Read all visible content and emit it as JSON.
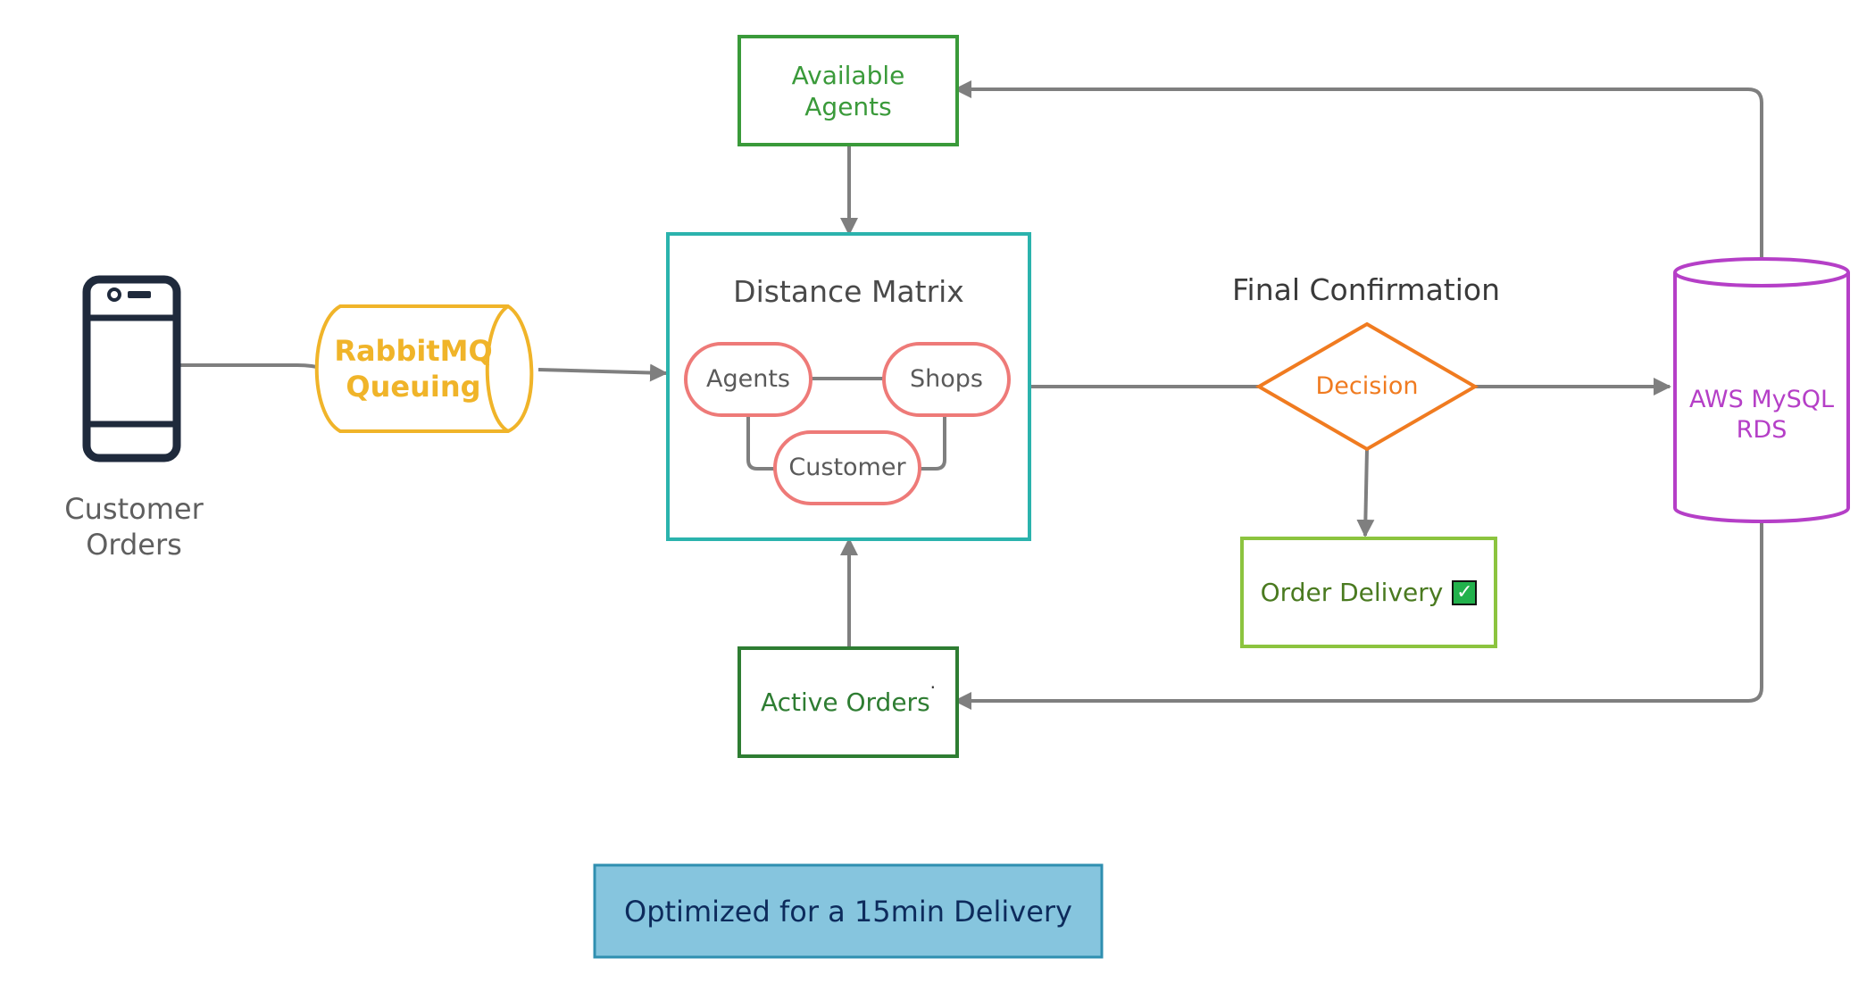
{
  "colors": {
    "connector": "#7f7f7f",
    "phone": "#1f2a3c",
    "queue": "#f0b429",
    "agents_box": "#3a9a3a",
    "matrix_box": "#2bb3ad",
    "pill": "#ee7a78",
    "decision": "#f07b20",
    "database": "#b53fc7",
    "delivery_box": "#8cc43f",
    "active_box": "#2e7d32",
    "banner_fill": "#86c5de",
    "banner_border": "#2f8fb0",
    "banner_text": "#0d2b5c",
    "check_fill": "#22b14c"
  },
  "customer": {
    "label": "Customer\nOrders",
    "icon": "smartphone-icon"
  },
  "queue": {
    "label": "RabbitMQ\nQueuing"
  },
  "available_agents": {
    "label": "Available\nAgents"
  },
  "distance_matrix": {
    "title": "Distance Matrix",
    "nodes": {
      "agents": "Agents",
      "shops": "Shops",
      "customer": "Customer"
    }
  },
  "final_confirmation": {
    "title": "Final Confirmation",
    "decision": "Decision"
  },
  "order_delivery": {
    "label": "Order Delivery",
    "check": "✓",
    "check_icon": "check-mark-icon"
  },
  "active_orders": {
    "label": "Active Orders",
    "marker": "·"
  },
  "database": {
    "label": "AWS MySQL\nRDS"
  },
  "banner": {
    "label": "Optimized for a 15min Delivery"
  }
}
